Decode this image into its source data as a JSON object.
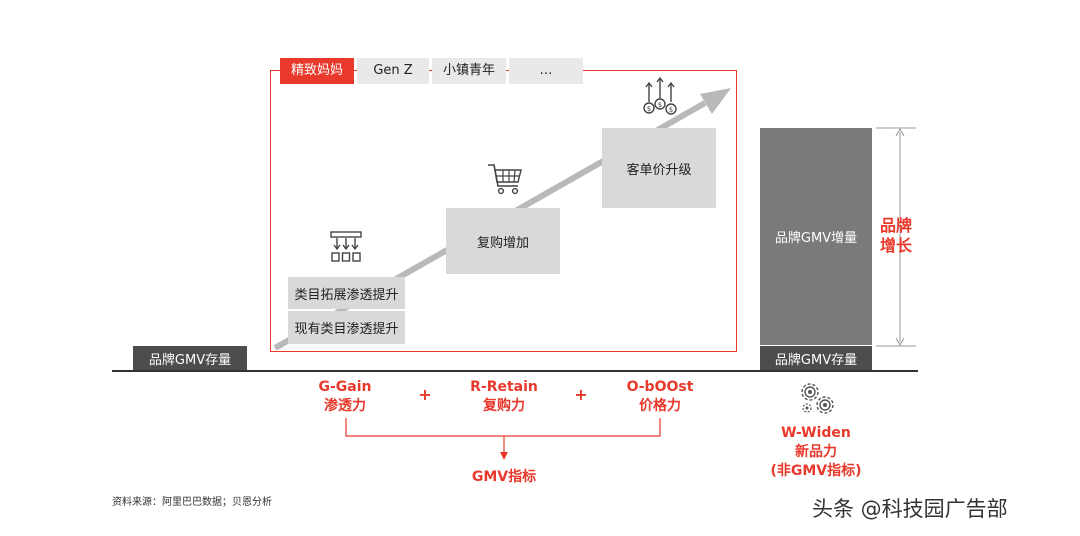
{
  "tabs": [
    "精致妈妈",
    "Gen Z",
    "小镇青年",
    "…"
  ],
  "left_stock": "品牌GMV存量",
  "boxes": {
    "category_expand": "类目拓展渗透提升",
    "existing_category": "现有类目渗透提升",
    "repurchase": "复购增加",
    "aov_upgrade": "客单价升级"
  },
  "right_bar": {
    "increment": "品牌GMV增量",
    "stock": "品牌GMV存量",
    "growth_line1": "品牌",
    "growth_line2": "增长"
  },
  "factors": {
    "g_title": "G-Gain",
    "g_sub": "渗透力",
    "r_title": "R-Retain",
    "r_sub": "复购力",
    "o_title": "O-bOOst",
    "o_sub": "价格力",
    "plus": "+",
    "gmv_index": "GMV指标"
  },
  "widen": {
    "title": "W-Widen",
    "sub": "新品力",
    "note": "(非GMV指标)"
  },
  "source": "资料来源：阿里巴巴数据；贝恩分析",
  "watermark": "头条 @科技园广告部",
  "colors": {
    "accent": "#e8392c",
    "dark_bar": "#7a7a7a",
    "darker_bar": "#4d4d4d",
    "light_box": "#d9d9d9"
  },
  "icons": [
    "distribution-icon",
    "shopping-cart-icon",
    "price-up-icon",
    "gears-icon"
  ]
}
